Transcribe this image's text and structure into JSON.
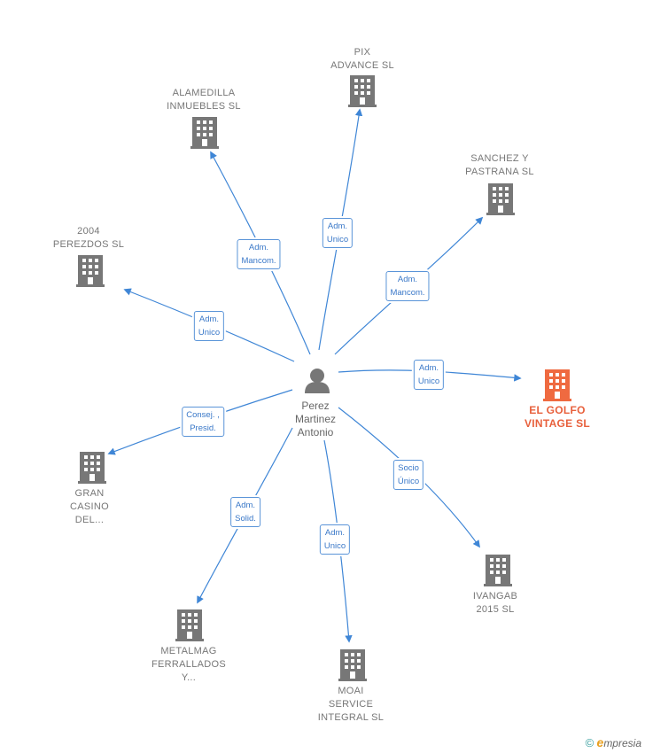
{
  "colors": {
    "edge": "#3f86d6",
    "building": "#777777",
    "building_highlight": "#ef6a40",
    "person": "#777777",
    "role_text": "#3a78c8"
  },
  "center": {
    "name": "Perez\nMartinez\nAntonio",
    "icon": "person-icon"
  },
  "companies": [
    {
      "id": "pix",
      "label": "PIX\nADVANCE  SL",
      "role": "Adm.\nUnico",
      "highlight": false
    },
    {
      "id": "alamedilla",
      "label": "ALAMEDILLA\nINMUEBLES SL",
      "role": "Adm.\nMancom.",
      "highlight": false
    },
    {
      "id": "sanchez",
      "label": "SANCHEZ Y\nPASTRANA SL",
      "role": "Adm.\nMancom.",
      "highlight": false
    },
    {
      "id": "perezdos",
      "label": "2004\nPEREZDOS SL",
      "role": "Adm.\nUnico",
      "highlight": false
    },
    {
      "id": "golfo",
      "label": "EL GOLFO\nVINTAGE  SL",
      "role": "Adm.\nUnico",
      "highlight": true
    },
    {
      "id": "casino",
      "label": "GRAN\nCASINO\nDEL...",
      "role": "Consej. ,\nPresid.",
      "highlight": false
    },
    {
      "id": "ivangab",
      "label": "IVANGAB\n2015  SL",
      "role": "Socio\nÚnico",
      "highlight": false
    },
    {
      "id": "metalmag",
      "label": "METALMAG\nFERRALLADOS\nY...",
      "role": "Adm.\nSolid.",
      "highlight": false
    },
    {
      "id": "moai",
      "label": "MOAI\nSERVICE\nINTEGRAL  SL",
      "role": "Adm.\nUnico",
      "highlight": false
    }
  ],
  "footer": {
    "copyright": "©",
    "brand_initial": "e",
    "brand_rest": "mpresia"
  }
}
